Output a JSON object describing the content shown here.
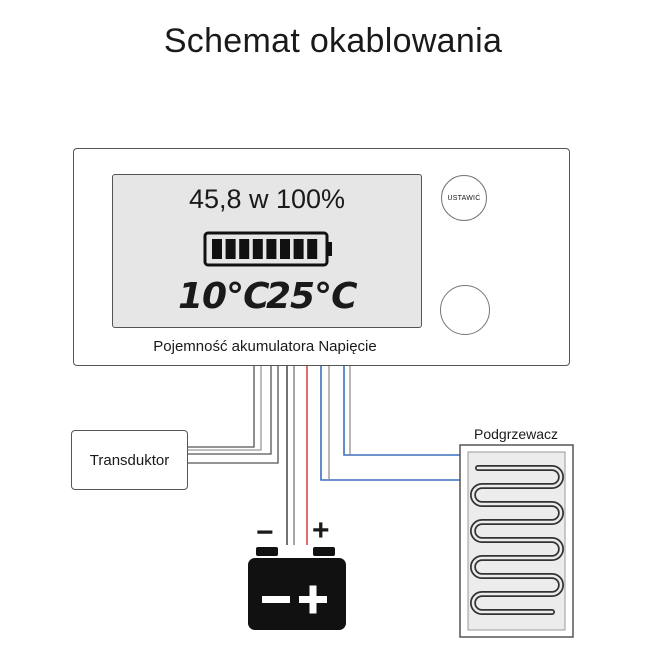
{
  "title": "Schemat okablowania",
  "display": {
    "readout": "45,8 w 100%",
    "temp_left": "10°C",
    "temp_right": "25°C",
    "battery_segments": 8
  },
  "device": {
    "label": "Pojemność akumulatora Napięcie",
    "set_button": "USTAWIĆ"
  },
  "transductor": {
    "label": "Transduktor"
  },
  "battery": {
    "minus": "−",
    "plus": "+"
  },
  "heater": {
    "label": "Podgrzewacz"
  },
  "colors": {
    "red_wire": "#d63b3b",
    "blue_wire": "#3d6fc0",
    "gray_wire": "#666666"
  }
}
